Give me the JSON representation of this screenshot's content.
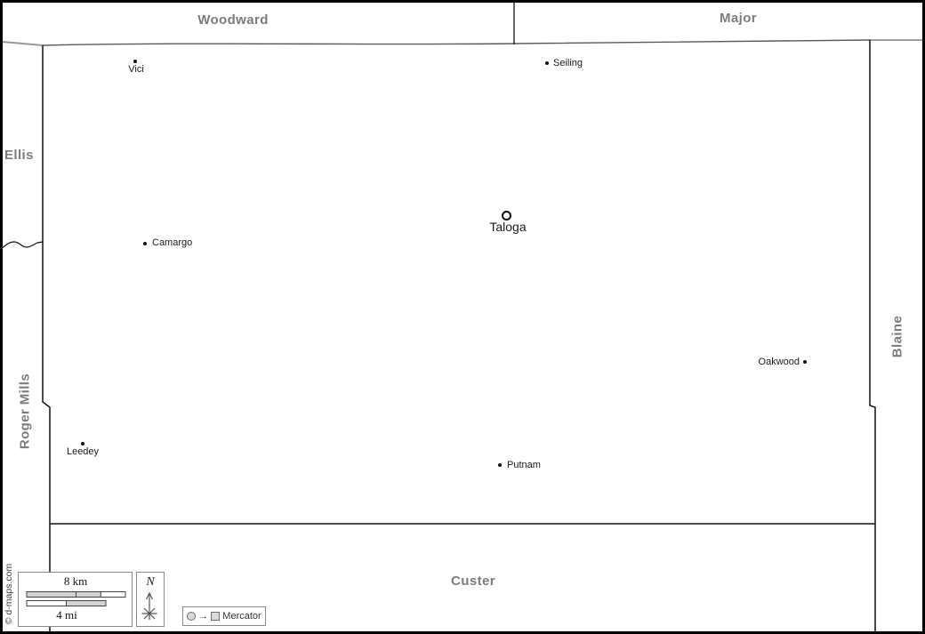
{
  "title_bar": {
    "left_region": "Woodward",
    "right_region": "Major"
  },
  "neighbors": {
    "left_upper": "Ellis",
    "left_lower": "Roger Mills",
    "right": "Blaine",
    "bottom": "Custer"
  },
  "county_seat": "Taloga",
  "towns": {
    "vici": "Vici",
    "seiling": "Seiling",
    "camargo": "Camargo",
    "oakwood": "Oakwood",
    "leedey": "Leedey",
    "putnam": "Putnam"
  },
  "scale": {
    "km": "8 km",
    "mi": "4 mi"
  },
  "compass": {
    "north": "N"
  },
  "legend": {
    "arrow": "→",
    "projection": "Mercator"
  },
  "credit": "© d-maps.com",
  "colors": {
    "region_label": "#7c7c7c",
    "boundary": "#111111",
    "scale_fill": "#d4d4d4"
  }
}
